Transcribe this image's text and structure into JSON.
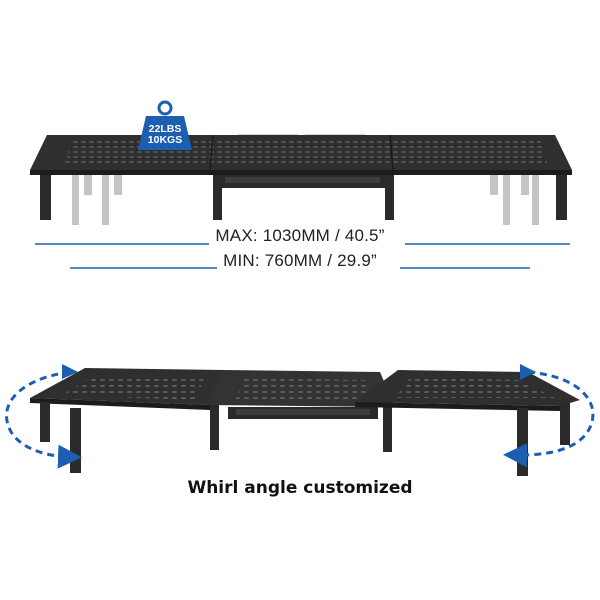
{
  "weight_badge": {
    "line1": "22LBS",
    "line2": "10KGS",
    "color": "#1c5fb0"
  },
  "dimensions": {
    "max_label": "MAX: 1030MM / 40.5”",
    "min_label": "MIN: 760MM / 29.9”",
    "line_color": "#1c5fb0"
  },
  "caption": "Whirl angle customized",
  "colors": {
    "stand": "#2b2b2b",
    "stand_ghost": "#bdbdbd",
    "arrow": "#1c5fb0"
  },
  "icons": [
    "weight-icon",
    "rotate-arrow-icon"
  ]
}
